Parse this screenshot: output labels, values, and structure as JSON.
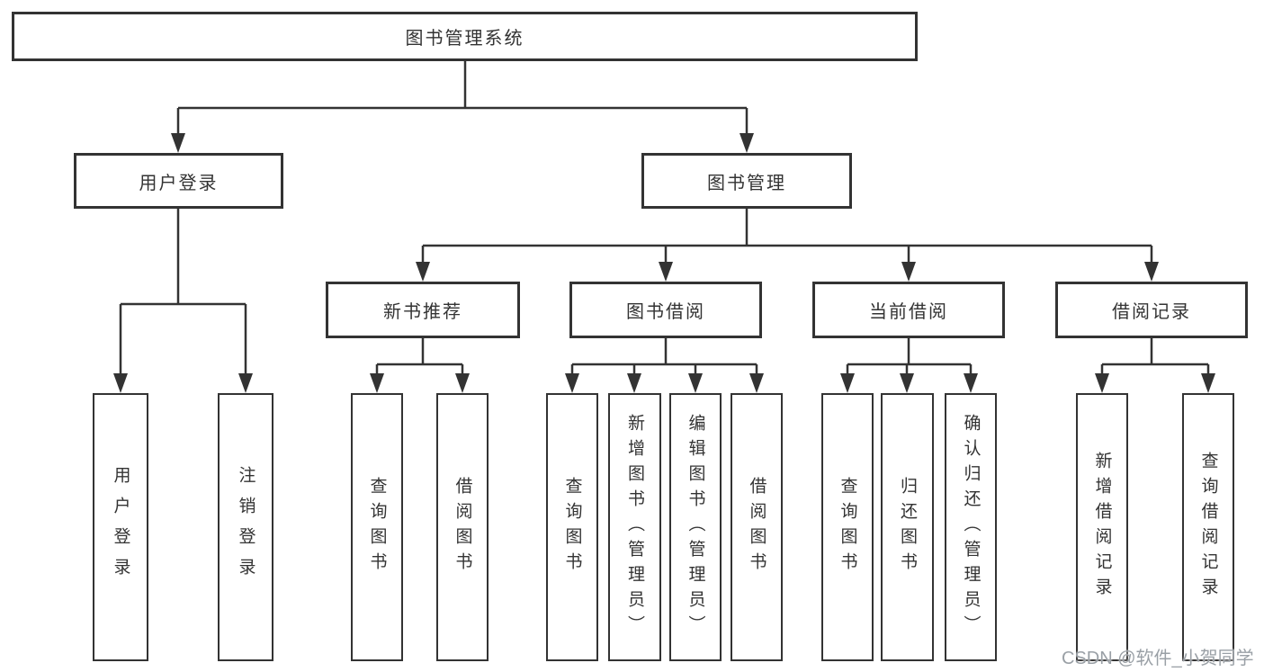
{
  "colors": {
    "line": "#333333",
    "box_border": "#333333",
    "text": "#333333",
    "box_background": "#ffffff",
    "page_background": "#ffffff",
    "watermark_text": "#9aa0a6"
  },
  "tree": {
    "root": "图书管理系统",
    "branches": [
      {
        "label": "用户登录",
        "leaves": [
          "用户登录",
          "注销登录"
        ]
      },
      {
        "label": "图书管理",
        "groups": [
          {
            "label": "新书推荐",
            "leaves": [
              "查询图书",
              "借阅图书"
            ]
          },
          {
            "label": "图书借阅",
            "leaves": [
              "查询图书",
              "新增图书（管理员）",
              "编辑图书（管理员）",
              "借阅图书"
            ]
          },
          {
            "label": "当前借阅",
            "leaves": [
              "查询图书",
              "归还图书",
              "确认归还（管理员）"
            ]
          },
          {
            "label": "借阅记录",
            "leaves": [
              "新增借阅记录",
              "查询借阅记录"
            ]
          }
        ]
      }
    ]
  },
  "watermark": {
    "text": "CSDN @软件_小贺同学"
  }
}
